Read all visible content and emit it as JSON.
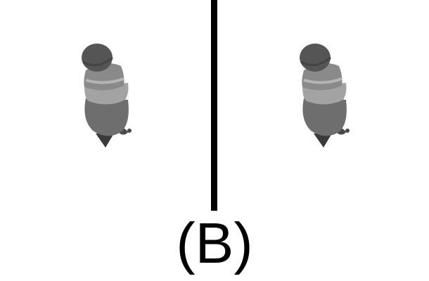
{
  "figure": {
    "label": "(B)",
    "panels": [
      {
        "id": "left",
        "icon": "figure-topdown-icon"
      },
      {
        "id": "right",
        "icon": "figure-topdown-icon"
      }
    ],
    "colors": {
      "background": "#ffffff",
      "divider": "#000000",
      "label": "#000000",
      "figure_dark": "#555555",
      "figure_mid": "#7a7a7a",
      "figure_light": "#a8a8a8"
    }
  }
}
